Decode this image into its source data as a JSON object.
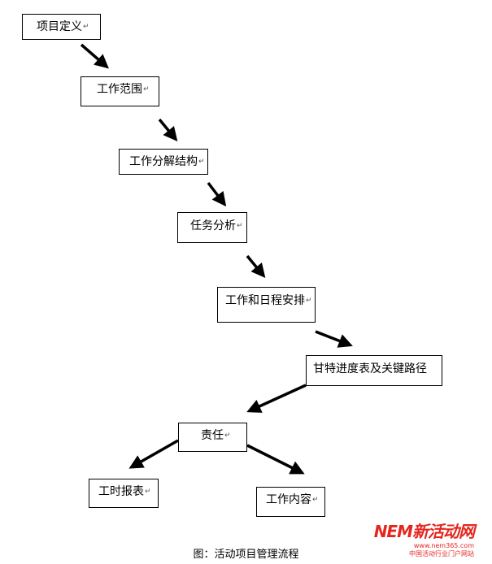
{
  "nodes": {
    "definition": "项目定义",
    "scope": "工作范围",
    "wbs": "工作分解结构",
    "task_analysis": "任务分析",
    "schedule": "工作和日程安排",
    "gantt": "甘特进度表及关键路径",
    "responsibility": "责任",
    "timesheet": "工时报表",
    "content": "工作内容"
  },
  "return_mark": "↵",
  "caption": "图：活动项目管理流程",
  "watermark": {
    "brand": "NEM新活动网",
    "url": "www.nem365.com",
    "tagline": "中国活动行业门户网站"
  }
}
